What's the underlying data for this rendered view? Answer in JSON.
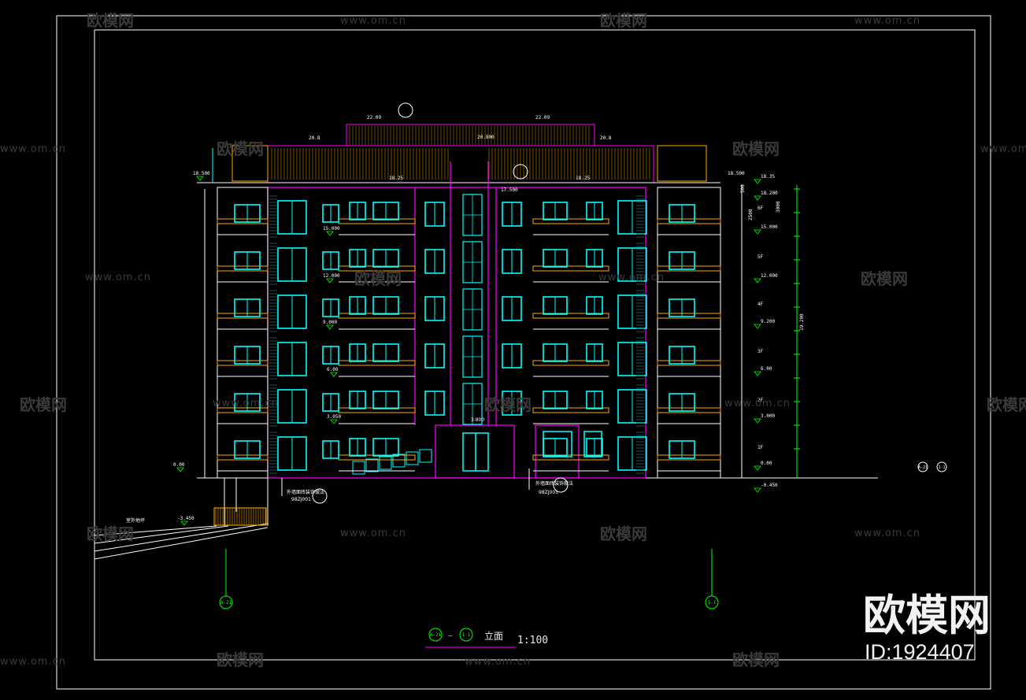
{
  "drawing": {
    "title": "立面",
    "scale": "1:100",
    "axis_start": "A-21",
    "axis_end": "1-1",
    "axis_sep": "—"
  },
  "floors": [
    "1F",
    "2F",
    "3F",
    "4F",
    "5F",
    "6F"
  ],
  "elevations_right": [
    "18.35",
    "18.200",
    "15.000",
    "12.000",
    "9.200",
    "6.00",
    "3.000",
    "0.00",
    "-0.450"
  ],
  "elevations_left": [
    "18.500",
    "15.000",
    "12.000",
    "9.000",
    "6.00",
    "3.050",
    "0.00",
    "-3.450"
  ],
  "roof_labels": [
    "22.09",
    "22.09",
    "20.8",
    "20.8",
    "20.800",
    "18.25",
    "18.25",
    "17.500",
    "18.500"
  ],
  "dims_right": [
    "3000",
    "2500",
    "500",
    "19.200"
  ],
  "notes": [
    "外墙面砖装饰做法",
    "98ZJ001",
    "外墙面砖装饰做法",
    "98ZJ001",
    "室外地坪"
  ],
  "entrance_dim": "3.800",
  "watermarks": {
    "brand": "欧模网",
    "url": "www.om.cn",
    "id": "ID:1924407"
  },
  "colors": {
    "background": "#000000",
    "frame": "#ffffff",
    "window": "#00ffff",
    "outline": "#ff00ff",
    "balcony": "#ffaa00",
    "dimension": "#00ff00",
    "watermark": "#3a3a3a"
  }
}
